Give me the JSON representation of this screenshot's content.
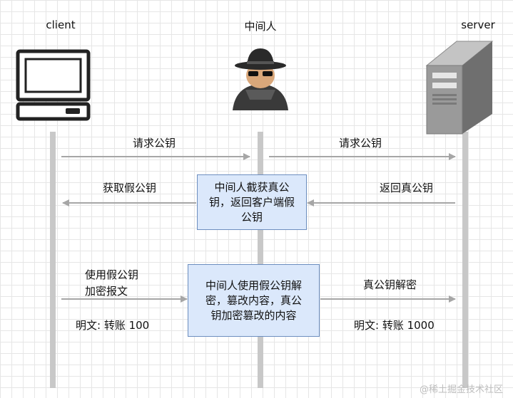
{
  "actors": {
    "client": "client",
    "mitm": "中间人",
    "server": "server"
  },
  "messages": {
    "request_key_left": "请求公钥",
    "request_key_right": "请求公钥",
    "get_fake_key": "获取假公钥",
    "return_real_key": "返回真公钥",
    "encrypt_fake_line1": "使用假公钥",
    "encrypt_fake_line2": "加密报文",
    "plaintext_left": "明文: 转账 100",
    "decrypt_real": "真公钥解密",
    "plaintext_right": "明文: 转账 1000"
  },
  "boxes": {
    "intercept": [
      "中间人截获真公",
      "钥，返回客户端假",
      "公钥"
    ],
    "tamper": [
      "中间人使用假公钥解",
      "密，篡改内容，真公",
      "钥加密篡改的内容"
    ]
  },
  "watermark": "@稀土掘金技术社区",
  "colors": {
    "box_fill": "#dbe8fb",
    "box_border": "#6c8ebf",
    "arrow": "#a6a6a6",
    "lifeline": "#c8c8c8"
  },
  "icons": [
    "computer-icon",
    "hacker-icon",
    "server-icon"
  ]
}
